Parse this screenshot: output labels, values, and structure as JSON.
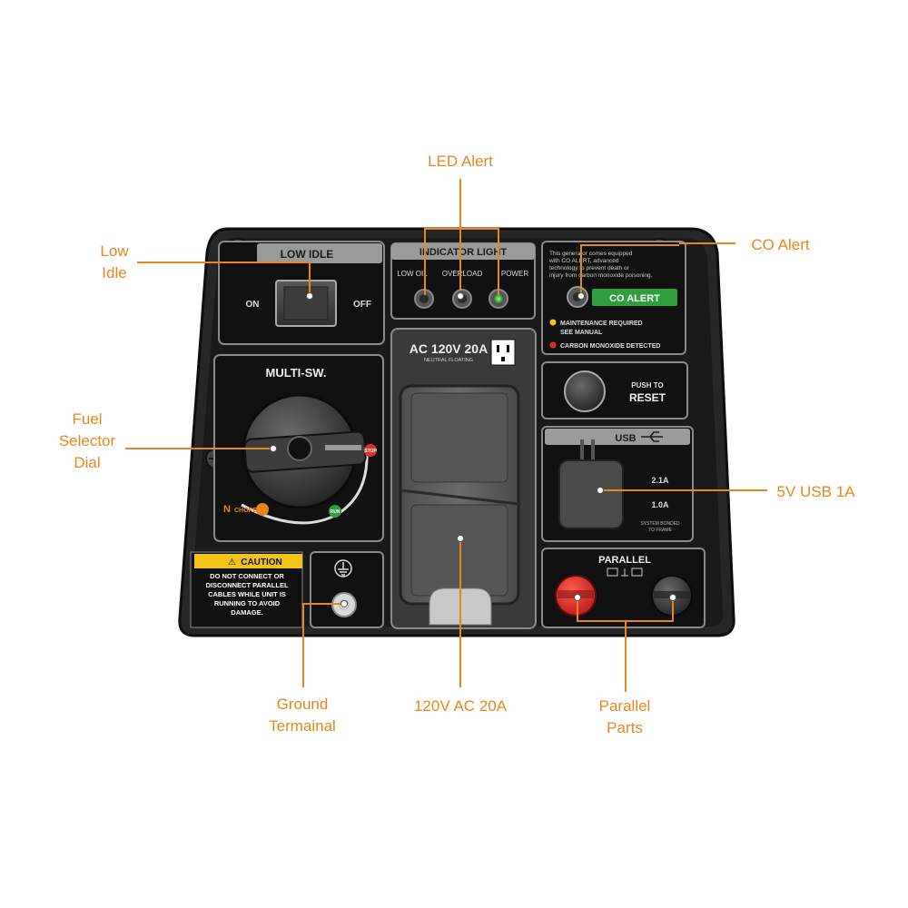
{
  "callouts": {
    "led_alert": "LED Alert",
    "co_alert": "CO Alert",
    "low_idle": [
      "Low",
      "Idle"
    ],
    "fuel_selector": [
      "Fuel",
      "Selector",
      "Dial"
    ],
    "usb": "5V USB 1A",
    "ground": [
      "Ground",
      "Termainal"
    ],
    "ac_outlet": "120V AC 20A",
    "parallel": [
      "Parallel",
      "Parts"
    ]
  },
  "panel": {
    "low_idle": {
      "title": "LOW IDLE",
      "on": "ON",
      "off": "OFF"
    },
    "indicator": {
      "title": "INDICATOR LIGHT",
      "low_oil": "LOW OIL",
      "overload": "OVERLOAD",
      "power": "POWER"
    },
    "co_box": {
      "desc": [
        "This generator comes equipped",
        "with CO ALERT, advanced",
        "technology to prevent death or",
        "injury from carbon monoxide poisoning."
      ],
      "badge": "CO ALERT",
      "maintenance": [
        "MAINTENANCE REQUIRED",
        "SEE MANUAL"
      ],
      "detected": "CARBON MONOXIDE DETECTED"
    },
    "multi_sw": {
      "title": "MULTI-SW.",
      "stop": "STOP",
      "choke": "CHOKE",
      "run": "RUN"
    },
    "outlet": {
      "rating": "AC 120V 20A",
      "sub": "NEUTRAL FLOATING"
    },
    "reset": {
      "line1": "PUSH TO",
      "line2": "RESET"
    },
    "usb": {
      "title": "USB",
      "a1": "2.1A",
      "a2": "1.0A",
      "note1": "SYSTEM BONDED",
      "note2": "TO FRAME"
    },
    "caution": {
      "title": "CAUTION",
      "lines": [
        "DO NOT CONNECT OR",
        "DISCONNECT PARALLEL",
        "CABLES WHILE UNIT IS",
        "RUNNING TO AVOID",
        "DAMAGE."
      ]
    },
    "parallel": {
      "title": "PARALLEL"
    }
  },
  "colors": {
    "accent": "#e8861e",
    "panel": "#1c1c1c",
    "badge_green": "#2f9e3c",
    "stop_red": "#d8322b",
    "caution_yellow": "#f3c318"
  }
}
